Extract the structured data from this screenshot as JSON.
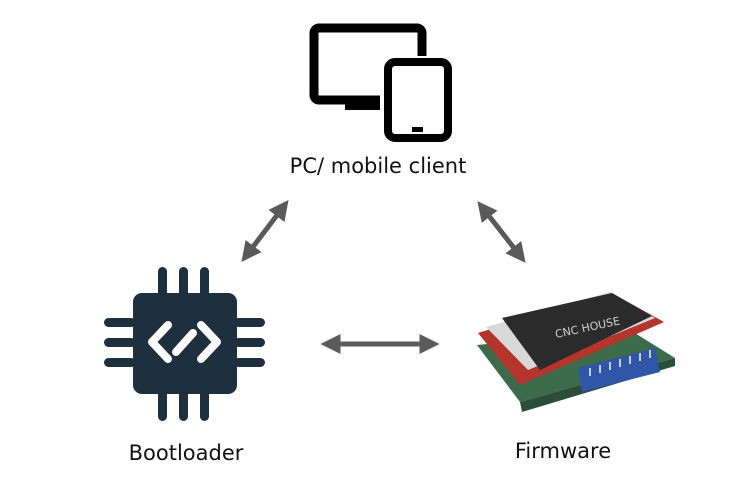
{
  "nodes": {
    "client": {
      "label": "PC/ mobile client",
      "icon": "devices-icon"
    },
    "bootloader": {
      "label": "Bootloader",
      "icon": "chip-code-icon"
    },
    "firmware": {
      "label": "Firmware",
      "icon": "lcd-board-image",
      "screen_text": "CNC HOUSE"
    }
  },
  "edges": [
    {
      "from": "client",
      "to": "bootloader",
      "style": "bidirectional"
    },
    {
      "from": "client",
      "to": "firmware",
      "style": "bidirectional"
    },
    {
      "from": "bootloader",
      "to": "firmware",
      "style": "bidirectional"
    }
  ],
  "colors": {
    "icon": "#000000",
    "chip": "#1e2f3d",
    "arrow": "#5a5a5a",
    "board_red": "#b5342b",
    "board_green": "#3c6b4c",
    "terminal_blue": "#2f56a8"
  }
}
